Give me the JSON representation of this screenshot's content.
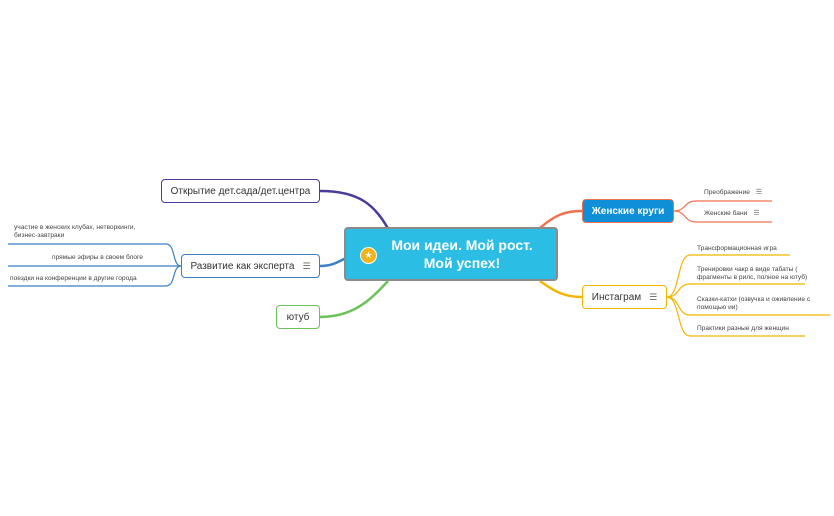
{
  "central": {
    "title_line1": "Мои идеи. Мой рост.",
    "title_line2": "Мой успех!",
    "icon": "star-icon"
  },
  "left_branches": {
    "otkrytie": {
      "label": "Открытие дет.сада/дет.центра",
      "color": "#4a3b9c"
    },
    "razvitie": {
      "label": "Развитие как эксперта",
      "color": "#3b7fc4",
      "notes_icon": "notes-icon",
      "children": [
        {
          "line1": "участие в женских клубах, нетворкинги,",
          "line2": "бизнес-завтраки"
        },
        {
          "line1": "прямые эфиры в своем блоге",
          "line2": ""
        },
        {
          "line1": "поездки на конференции в другие города",
          "line2": ""
        }
      ]
    },
    "yutub": {
      "label": "ютуб",
      "color": "#6ac259"
    }
  },
  "right_branches": {
    "zhenskie": {
      "label": "Женские круги",
      "color": "#f07050",
      "children": [
        {
          "label": "Преображение"
        },
        {
          "label": "Женские бани"
        }
      ]
    },
    "instagram": {
      "label": "Инстаграм",
      "color": "#f4b400",
      "notes_icon": "notes-icon",
      "children": [
        {
          "line1": "Трансформационная игра",
          "line2": ""
        },
        {
          "line1": "Тренировки чакр в виде табаты (",
          "line2": "фрагменты в рилс, полное на ютуб)"
        },
        {
          "line1": "Сказки-катхи (озвучка и оживление с",
          "line2": "помощью ии)"
        },
        {
          "line1": "Практики разные для женщин",
          "line2": ""
        }
      ]
    }
  }
}
